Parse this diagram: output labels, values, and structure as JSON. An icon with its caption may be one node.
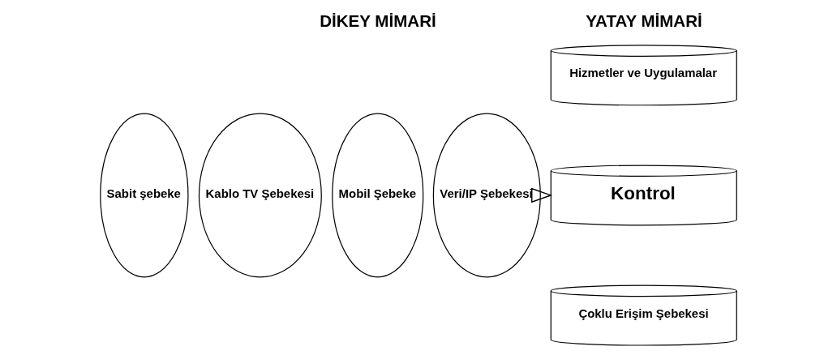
{
  "diagram": {
    "nodes": [
      {
        "text": [
          "Sabit şebeke"
        ]
      },
      {
        "text": [
          "Kablo TV Şebekesi"
        ]
      },
      {
        "text": [
          "Mobil Şebeke"
        ]
      },
      {
        "text": [
          "Veri/IP Şebekesi"
        ]
      },
      {
        "text": [
          "Hizmetler ve Uygulamalar"
        ]
      },
      {
        "text": [
          "Kontrol"
        ]
      },
      {
        "text": [
          "Çoklu Erişim Şebekesi"
        ]
      }
    ],
    "edges": [
      {
        "from": 3,
        "to": 5,
        "arrow": "to"
      }
    ],
    "labels": [
      "DİKEY MİMARİ",
      "YATAY MİMARİ"
    ]
  }
}
